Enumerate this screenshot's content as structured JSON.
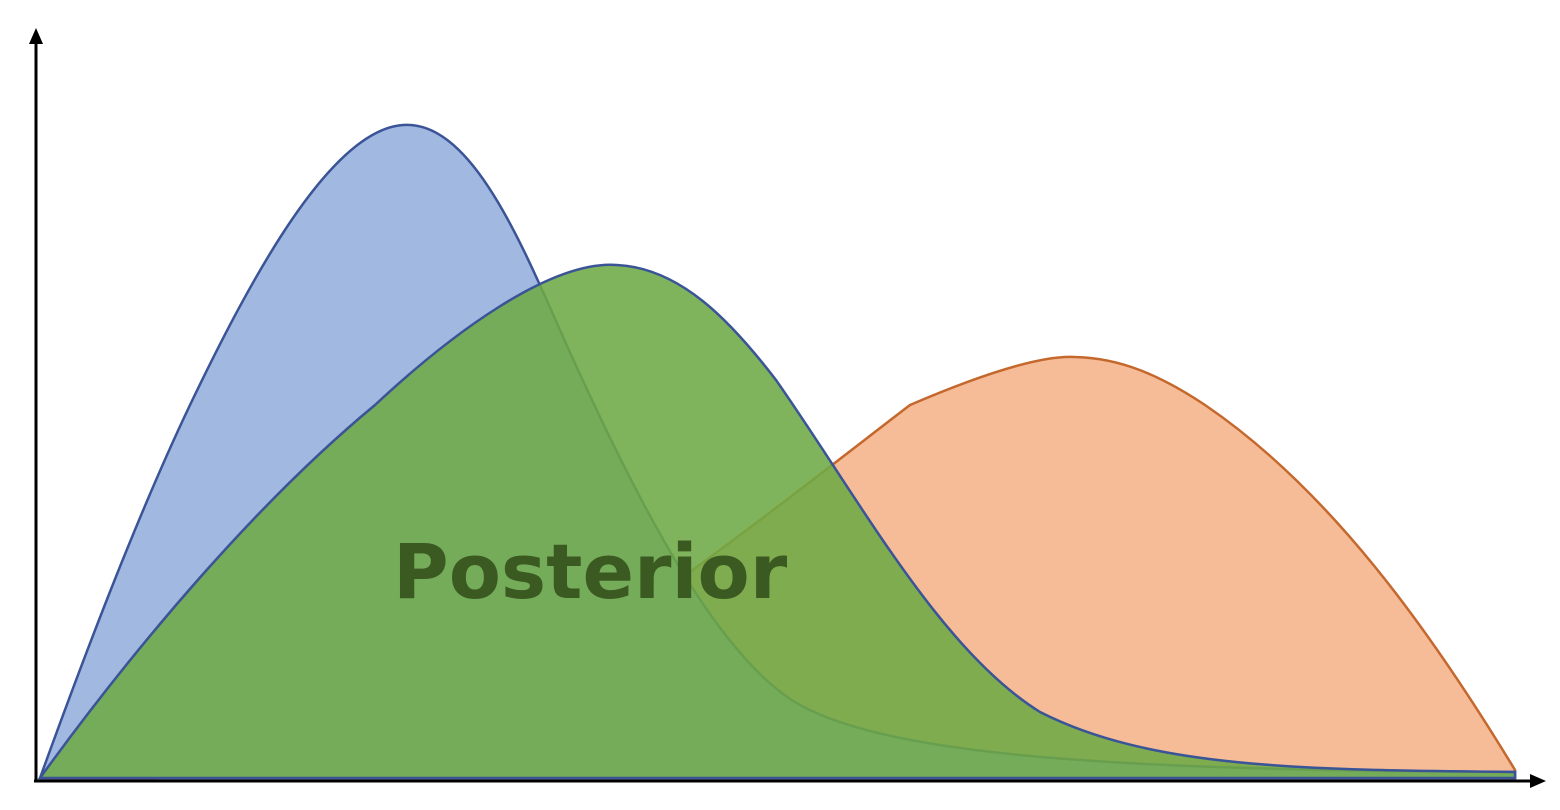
{
  "diagram": {
    "label": "Posterior",
    "colors": {
      "axis": "#000000",
      "prior_fill": "#A1B8E0",
      "prior_stroke": "#3A5497",
      "likelihood_fill": "#F5BC97",
      "likelihood_stroke": "#C4682D",
      "posterior_fill": "#6EAA45",
      "posterior_stroke": "#3A5497",
      "label": "#3B5A22"
    },
    "curves": [
      {
        "id": "prior",
        "shape": "bell",
        "peak_position": "left"
      },
      {
        "id": "likelihood",
        "shape": "bell",
        "peak_position": "right"
      },
      {
        "id": "posterior",
        "shape": "bell",
        "peak_position": "middle"
      }
    ]
  }
}
